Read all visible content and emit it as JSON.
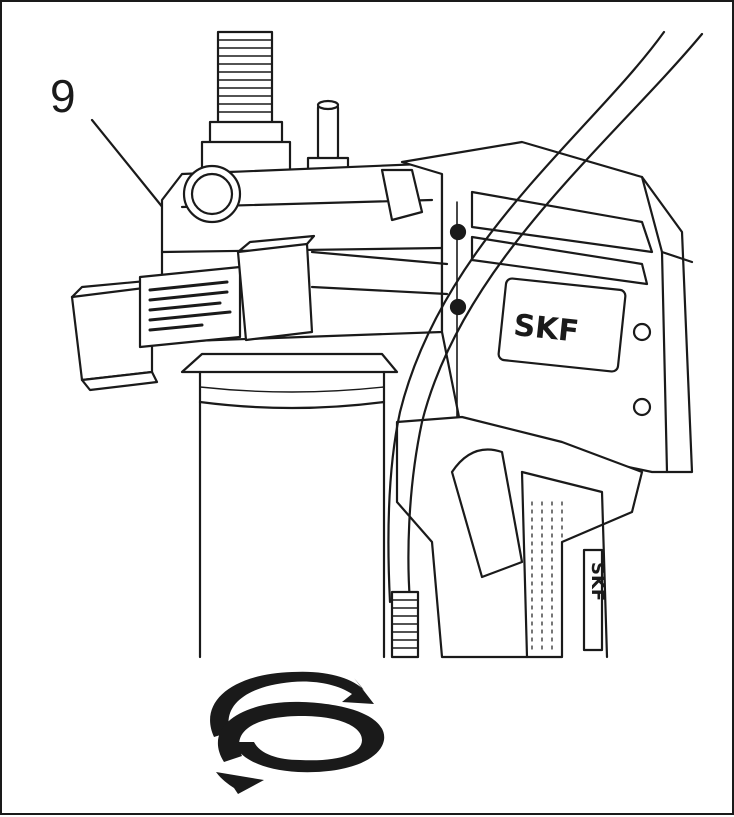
{
  "callout": {
    "label": "9"
  },
  "housing_brand": "SKF",
  "side_brand": "SKF",
  "icons": {
    "rotate": "rotate-counterclockwise-icon"
  },
  "colors": {
    "line": "#1a1a1a",
    "background": "#ffffff"
  }
}
